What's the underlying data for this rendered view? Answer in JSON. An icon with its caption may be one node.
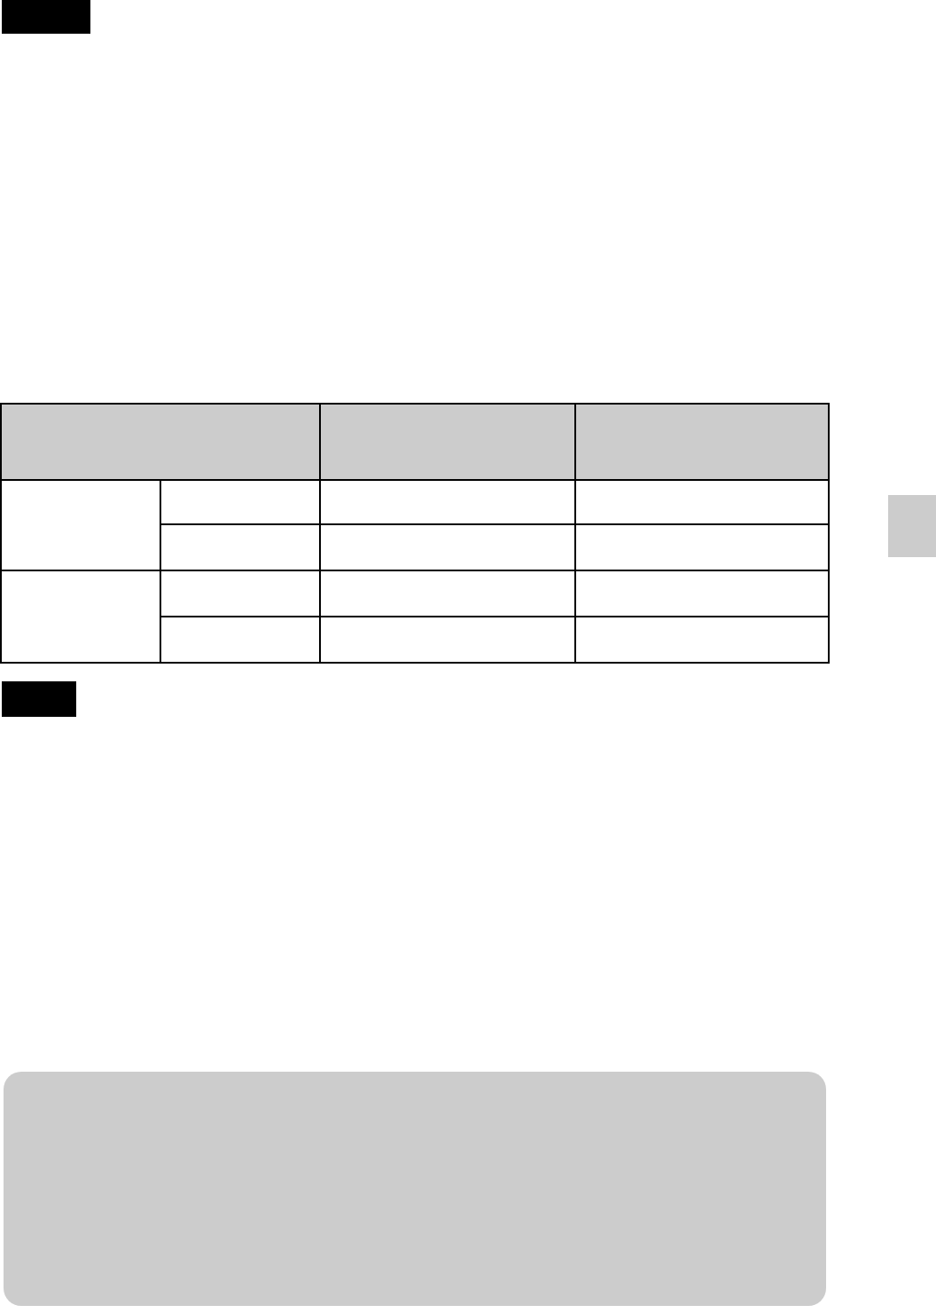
{
  "diagram": {
    "nodes": [
      {
        "text": [],
        "shape": "box"
      },
      {
        "text": [],
        "shape": "table"
      },
      {
        "text": [],
        "shape": "box"
      },
      {
        "text": [],
        "shape": "box"
      },
      {
        "text": [],
        "shape": "box"
      }
    ]
  }
}
